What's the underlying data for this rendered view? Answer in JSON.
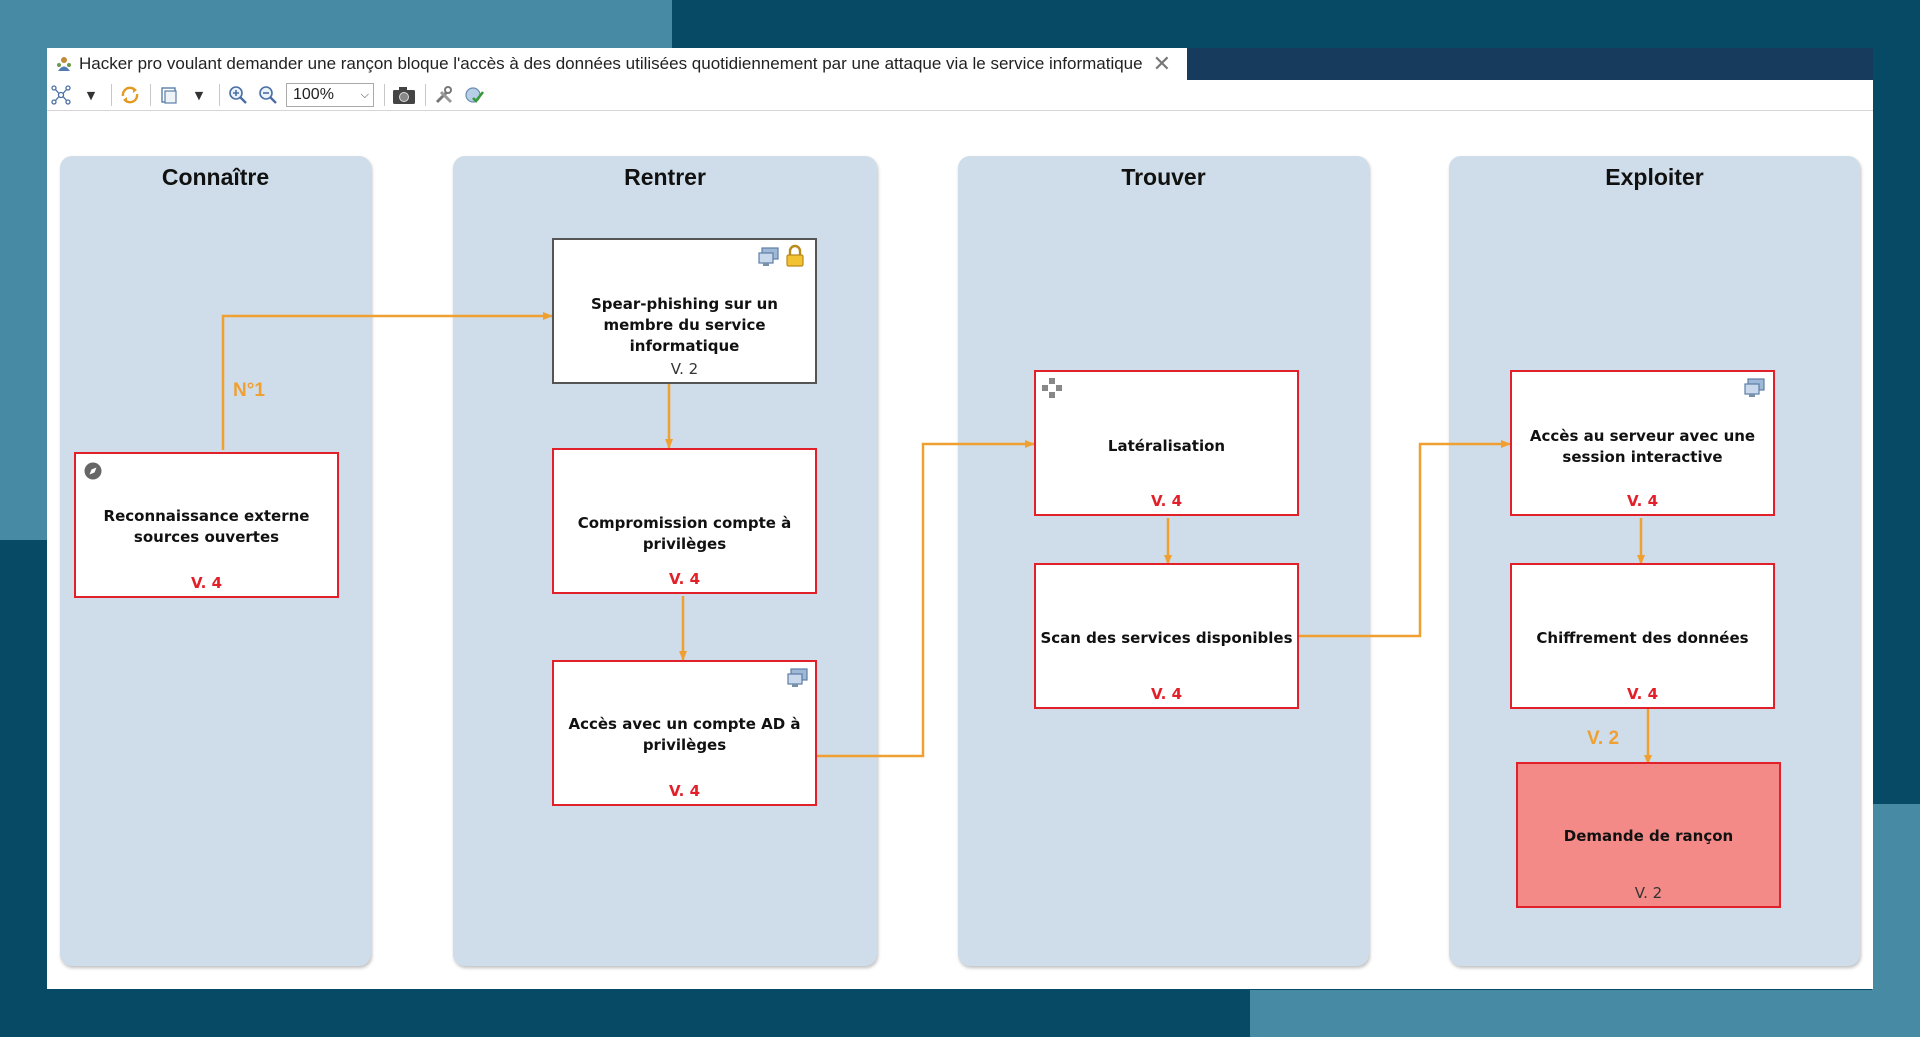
{
  "window": {
    "tab_title": "Hacker pro voulant demander une rançon bloque l'accès à des données utilisées quotidiennement par une attaque via le service informatique",
    "tab_icon": "users-icon",
    "close_glyph": "✕"
  },
  "toolbar": {
    "zoom_value": "100%"
  },
  "lanes": [
    {
      "title": "Connaître"
    },
    {
      "title": "Rentrer"
    },
    {
      "title": "Trouver"
    },
    {
      "title": "Exploiter"
    }
  ],
  "nodes": {
    "reco": {
      "label": "Reconnaissance externe sources ouvertes",
      "version": "V. 4",
      "icon": "compass-icon"
    },
    "spear": {
      "label": "Spear-phishing sur un membre du service informatique",
      "version": "V. 2",
      "icons": [
        "computer-icon",
        "lock-icon"
      ]
    },
    "comp": {
      "label": "Compromission compte à privilèges",
      "version": "V. 4"
    },
    "accesad": {
      "label": "Accès avec un compte AD à privilèges",
      "version": "V. 4",
      "icon": "computer-icon"
    },
    "lat": {
      "label": "Latéralisation",
      "version": "V. 4",
      "icon": "move-icon"
    },
    "scan": {
      "label": "Scan des services disponibles",
      "version": "V. 4"
    },
    "serveur": {
      "label": "Accès au serveur avec une session interactive",
      "version": "V. 4",
      "icon": "computer-icon"
    },
    "chiff": {
      "label": "Chiffrement des données",
      "version": "V. 4"
    },
    "rancon": {
      "label": "Demande de rançon",
      "version": "V. 2"
    }
  },
  "edge_labels": {
    "reco_to_spear": "N°1",
    "chiff_to_rancon": "V. 2"
  },
  "colors": {
    "edge": "#f0a030",
    "node_border": "#e2202a",
    "lane_bg": "#cedde9",
    "final_fill": "#f48a88"
  }
}
